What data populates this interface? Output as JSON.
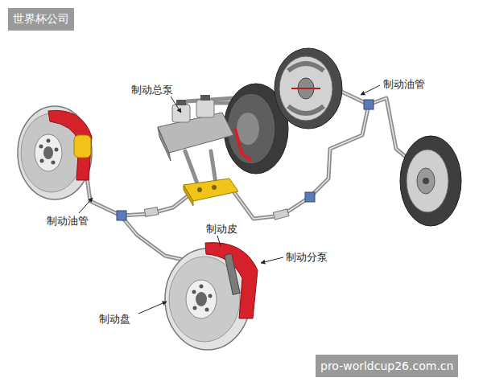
{
  "diagram": {
    "nodes": [
      {
        "text": [
          "世界杯公司"
        ]
      },
      {
        "text": [
          "pro-worldcup26.com.cn"
        ]
      }
    ],
    "labels": [
      "制动总泵",
      "制动油管",
      "制动油管",
      "制动皮",
      "制动分泵",
      "制动盘"
    ]
  }
}
